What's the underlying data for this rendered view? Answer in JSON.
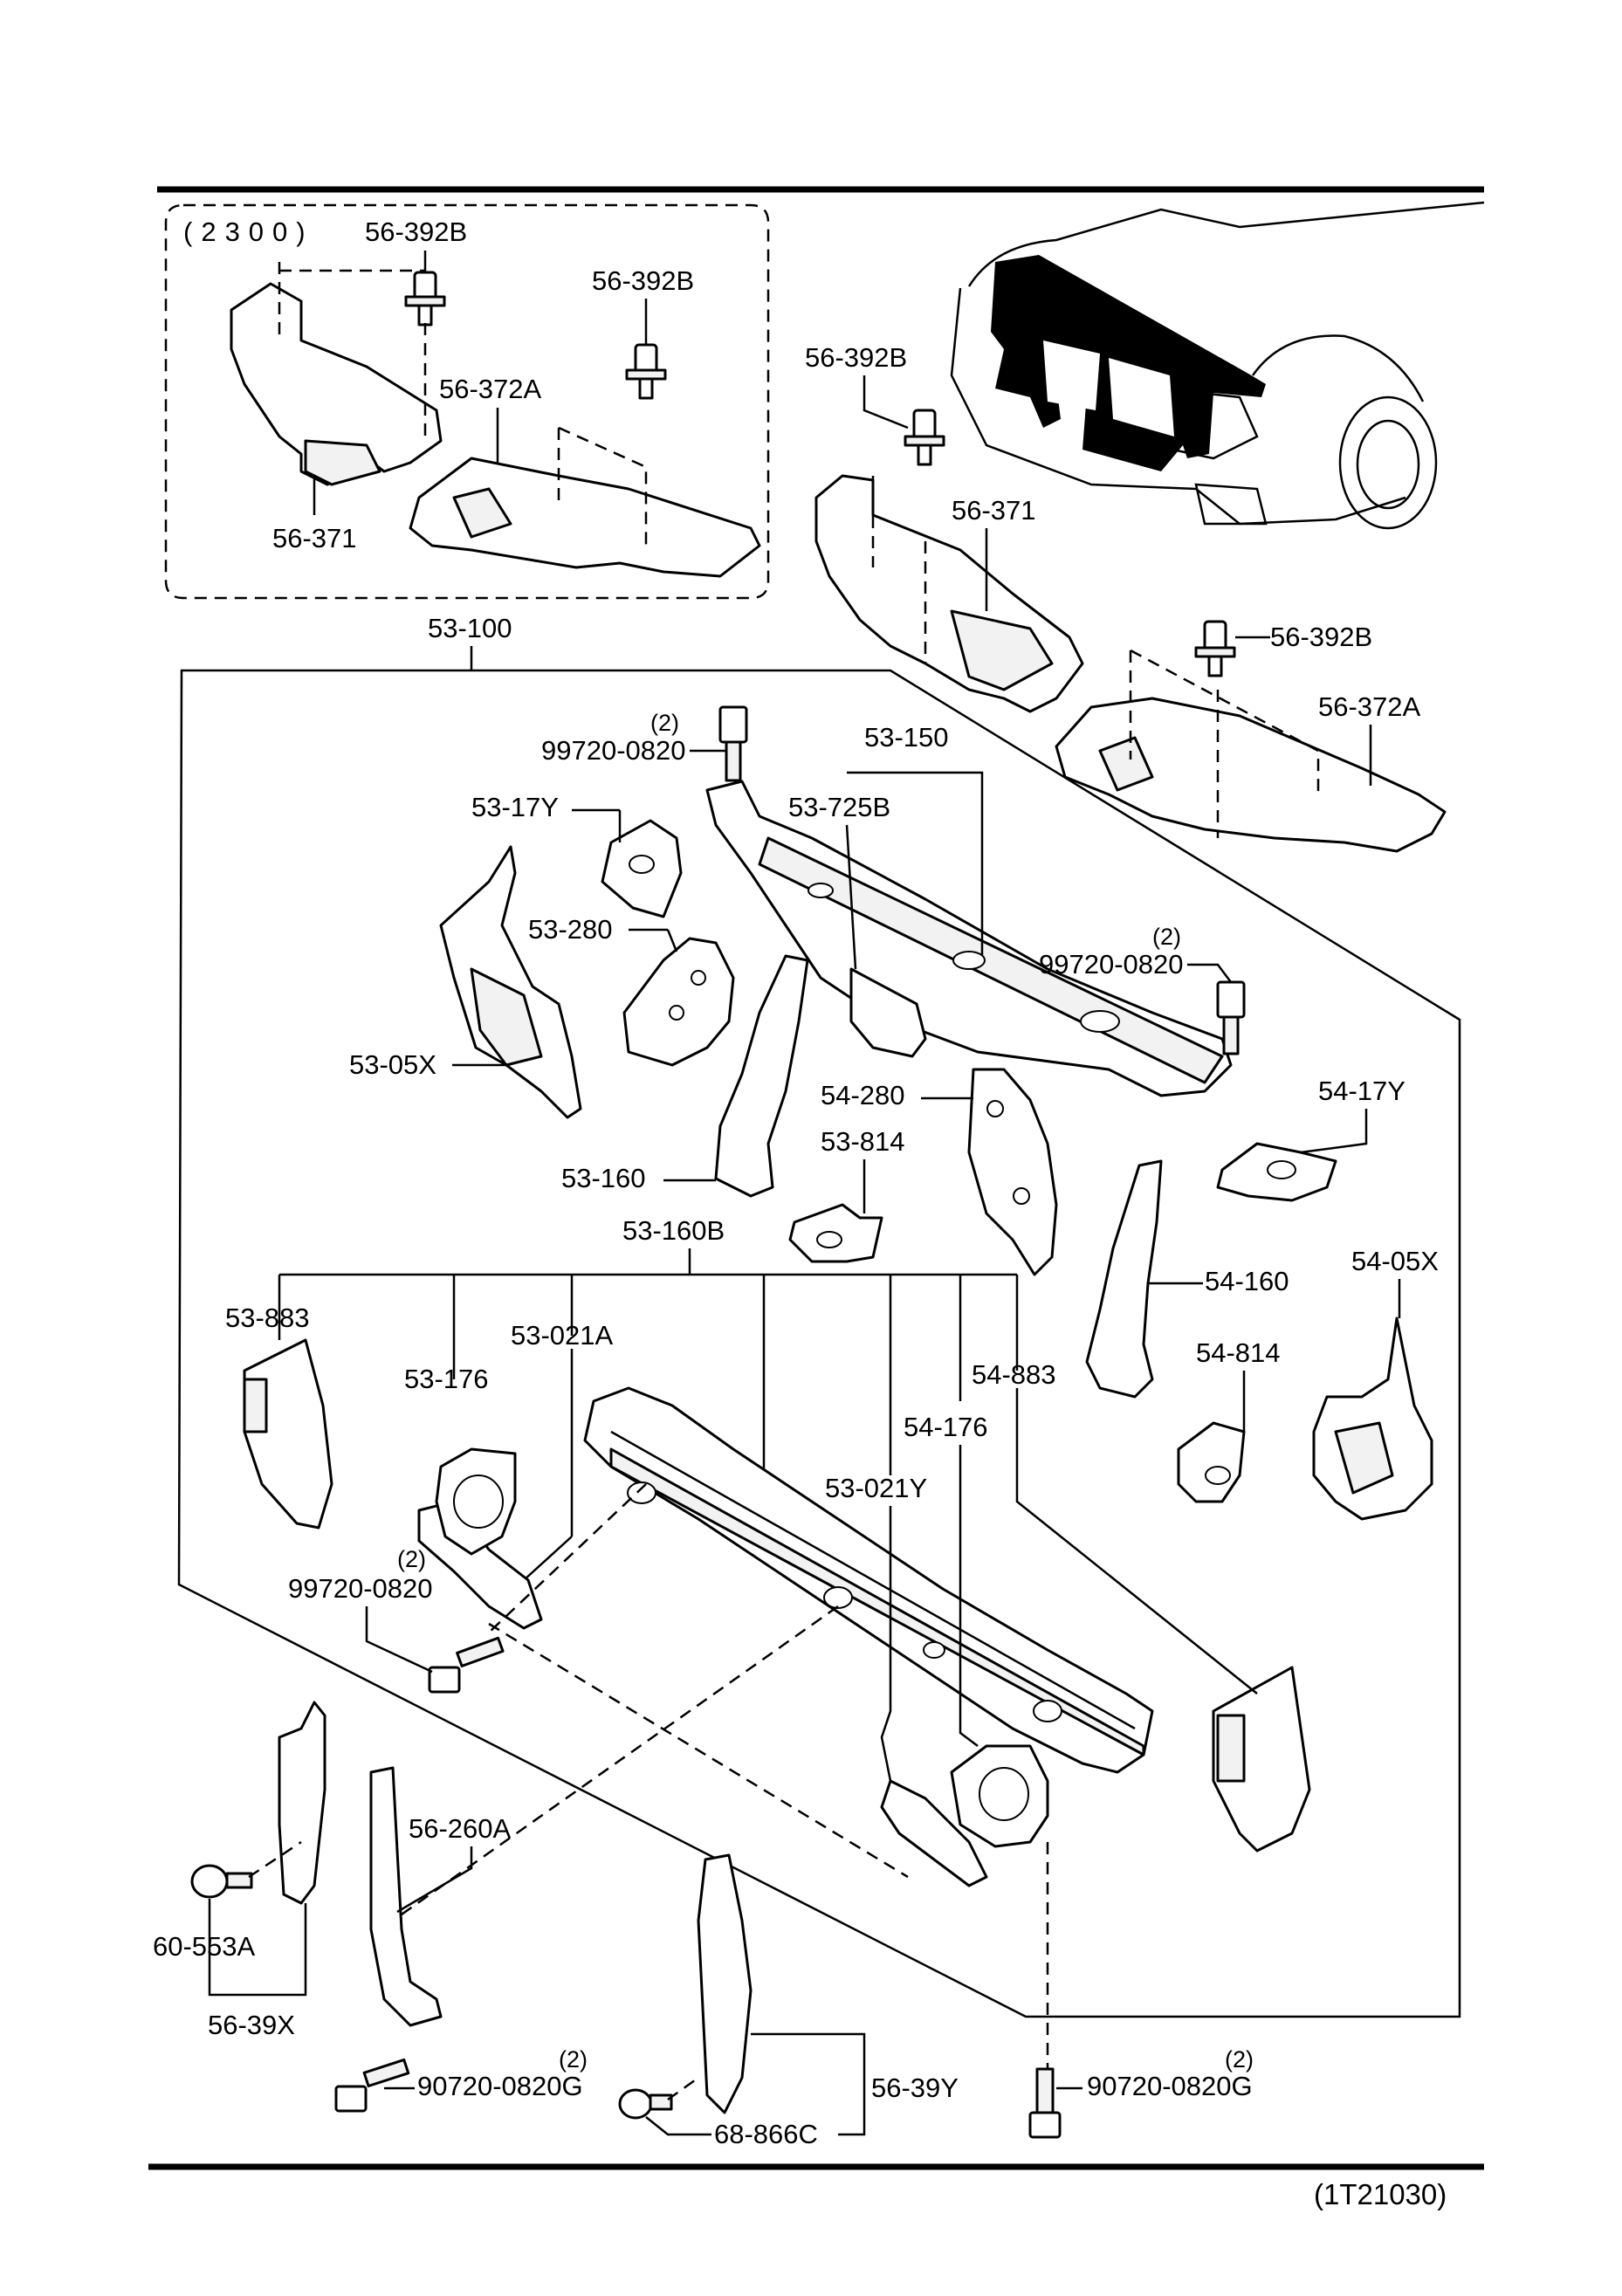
{
  "inset": {
    "label": "(2300)",
    "parts": [
      "56-392B",
      "56-392B",
      "56-372A",
      "56-371"
    ]
  },
  "labels": {
    "p56_392B_c": "56-392B",
    "p56_371_c": "56-371",
    "p56_392B_d": "56-392B",
    "p56_372A_c": "56-372A",
    "p53_100": "53-100",
    "p99720_a": "99720-0820",
    "q99720_a": "(2)",
    "p53_150": "53-150",
    "p53_17Y": "53-17Y",
    "p53_725B": "53-725B",
    "p53_280": "53-280",
    "p99720_b": "99720-0820",
    "q99720_b": "(2)",
    "p53_05X": "53-05X",
    "p54_280": "54-280",
    "p54_17Y": "54-17Y",
    "p53_814": "53-814",
    "p53_160": "53-160",
    "p53_160B": "53-160B",
    "p53_883": "53-883",
    "p53_021A": "53-021A",
    "p53_176": "53-176",
    "p54_883": "54-883",
    "p54_160": "54-160",
    "p54_05X": "54-05X",
    "p54_814": "54-814",
    "p54_176": "54-176",
    "p53_021Y": "53-021Y",
    "p99720_c": "99720-0820",
    "q99720_c": "(2)",
    "p56_260A": "56-260A",
    "p60_553A": "60-553A",
    "p56_39X": "56-39X",
    "p90720_a": "90720-0820G",
    "q90720_a": "(2)",
    "p56_39Y": "56-39Y",
    "p68_866C": "68-866C",
    "p90720_b": "90720-0820G",
    "q90720_b": "(2)"
  },
  "reference_code": "(1T21030)"
}
